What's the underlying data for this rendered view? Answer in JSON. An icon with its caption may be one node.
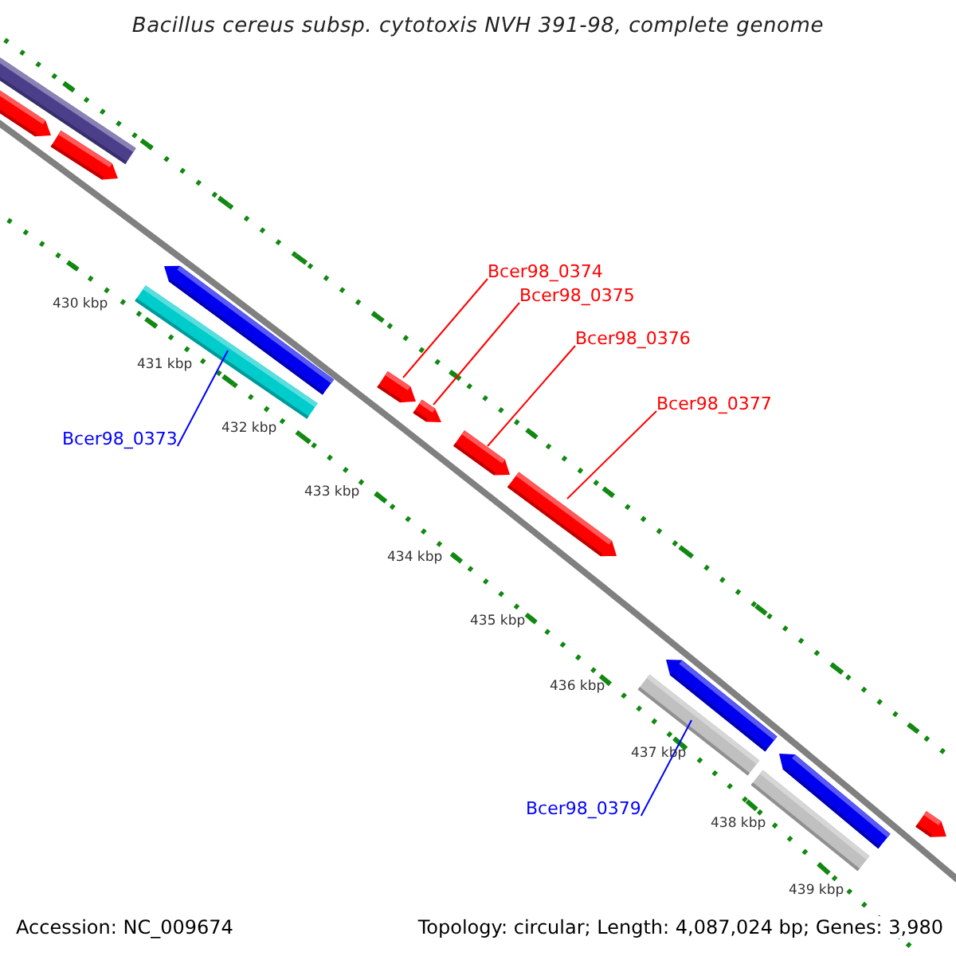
{
  "diagram": {
    "title": "Bacillus cereus subsp. cytotoxis NVH 391-98, complete genome",
    "nodes": [
      {
        "text": [
          "Bcer98_0374"
        ]
      },
      {
        "text": [
          "Bcer98_0375"
        ]
      },
      {
        "text": [
          "Bcer98_0376"
        ]
      },
      {
        "text": [
          "Bcer98_0377"
        ]
      },
      {
        "text": [
          "Bcer98_0373"
        ]
      },
      {
        "text": [
          "Bcer98_0379"
        ]
      },
      {
        "text": [],
        "shape": "bar"
      },
      {
        "text": [],
        "shape": "arrow"
      },
      {
        "text": [],
        "shape": "arrow"
      },
      {
        "text": [],
        "shape": "arrow"
      },
      {
        "text": [],
        "shape": "bar"
      },
      {
        "text": [],
        "shape": "arrow"
      },
      {
        "text": [],
        "shape": "arrow"
      },
      {
        "text": [],
        "shape": "arrow"
      },
      {
        "text": [],
        "shape": "arrow"
      },
      {
        "text": [],
        "shape": "arrow"
      },
      {
        "text": [],
        "shape": "bar"
      },
      {
        "text": [],
        "shape": "arrow"
      },
      {
        "text": [],
        "shape": "bar"
      },
      {
        "text": [],
        "shape": "arrow"
      }
    ],
    "edges": [
      {
        "from": 0,
        "to": 11,
        "arrow": "none"
      },
      {
        "from": 1,
        "to": 12,
        "arrow": "none"
      },
      {
        "from": 2,
        "to": 13,
        "arrow": "none"
      },
      {
        "from": 3,
        "to": 14,
        "arrow": "none"
      },
      {
        "from": 4,
        "to": 10,
        "arrow": "none",
        "color": "#0000ff"
      },
      {
        "from": 5,
        "to": 16,
        "arrow": "none",
        "color": "#0000ff"
      }
    ],
    "labels": [
      "430 kbp",
      "431 kbp",
      "432 kbp",
      "433 kbp",
      "434 kbp",
      "435 kbp",
      "436 kbp",
      "437 kbp",
      "438 kbp",
      "439 kbp",
      "Accession: NC_009674",
      "Topology: circular; Length: 4,087,024 bp; Genes: 3,980"
    ]
  }
}
